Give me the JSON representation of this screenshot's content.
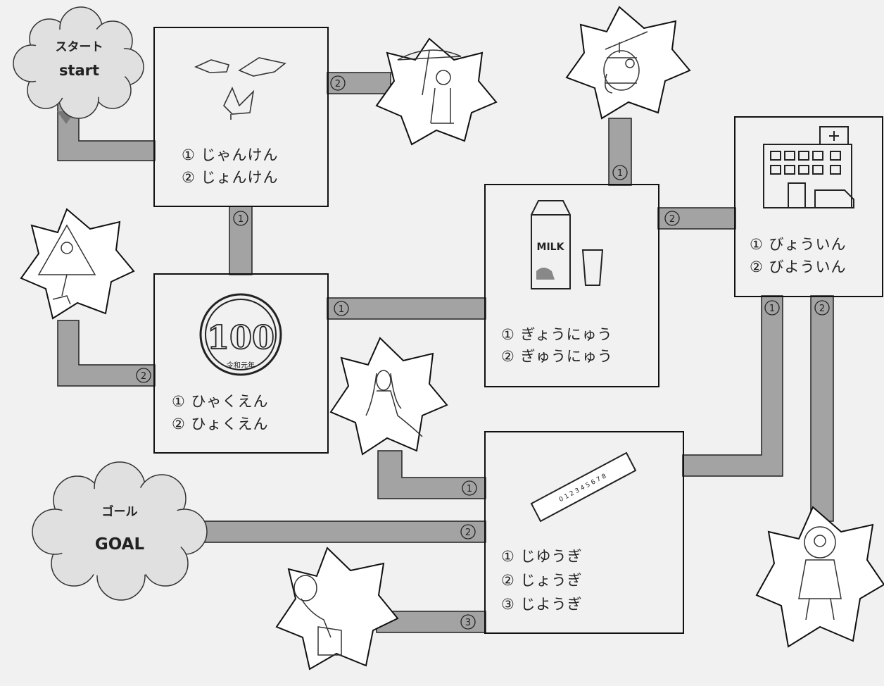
{
  "start": {
    "jp": "スタート",
    "en": "start"
  },
  "goal": {
    "jp": "ゴール",
    "en": "GOAL"
  },
  "path_markers": {
    "one": "①",
    "two": "②",
    "three": "③"
  },
  "boxes": {
    "janken": {
      "picture": "hands-rock-paper-scissors",
      "options": [
        "① じゃんけん",
        "② じょんけん"
      ]
    },
    "hyakuen": {
      "picture": "100-yen-coin",
      "coin_value": "100",
      "coin_era": "令和元年",
      "options": [
        "① ひゃくえん",
        "② ひょくえん"
      ]
    },
    "gyuunyuu": {
      "picture": "milk-carton-and-glass",
      "carton_label": "MILK",
      "options": [
        "① ぎょうにゅう",
        "② ぎゅうにゅう"
      ]
    },
    "byouin": {
      "picture": "hospital-and-ambulance",
      "options": [
        "① びょういん",
        "② びよういん"
      ]
    },
    "jougi": {
      "picture": "ruler",
      "ruler_numbers": "0 1 2 3 4 5 6 7 8",
      "options": [
        "① じゆうぎ",
        "② じょうぎ",
        "③ じようぎ"
      ]
    }
  },
  "monsters": [
    "kasa-obake-a",
    "chochin-obake",
    "kasa-obake-b",
    "yurei",
    "hitotsume-kozo",
    "rokurokubi"
  ],
  "colors": {
    "path_fill": "#a3a3a3",
    "border": "#111111",
    "background": "#f1f1f1",
    "box_fill": "#ffffff"
  }
}
